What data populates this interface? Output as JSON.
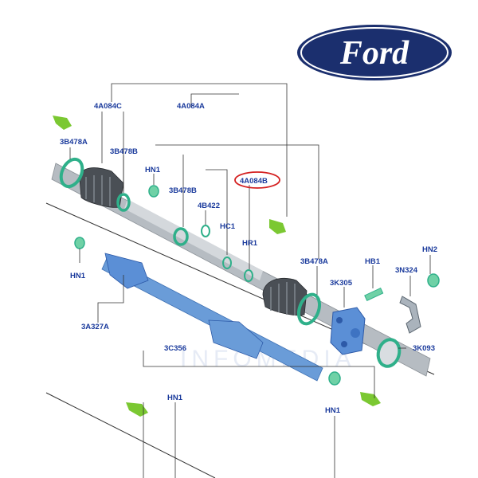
{
  "brand": {
    "logo_text": "Ford",
    "navy": "#1b2f6e"
  },
  "watermark": "INFOMEDIA",
  "colors": {
    "label": "#1a3a9c",
    "seal": "#2fb08a",
    "clip": "#7bc832",
    "shaft": "#aeb4ba",
    "blue_part": "#5b8fd6",
    "highlight": "#d42020"
  },
  "labels": {
    "l4A084C": "4A084C",
    "l4A084A": "4A084A",
    "l3B478A_top": "3B478A",
    "l3B478B_a": "3B478B",
    "lHN1_a": "HN1",
    "l3B478B_b": "3B478B",
    "l4A084B": "4A084B",
    "l4B422": "4B422",
    "lHC1": "HC1",
    "lHR1": "HR1",
    "l3B478A_mid": "3B478A",
    "l3K305": "3K305",
    "lHB1": "HB1",
    "l3N324": "3N324",
    "lHN2": "HN2",
    "l3K093": "3K093",
    "lHN1_b": "HN1",
    "l3A327A": "3A327A",
    "l3C356": "3C356",
    "lHN1_c": "HN1",
    "lHN1_d": "HN1"
  }
}
